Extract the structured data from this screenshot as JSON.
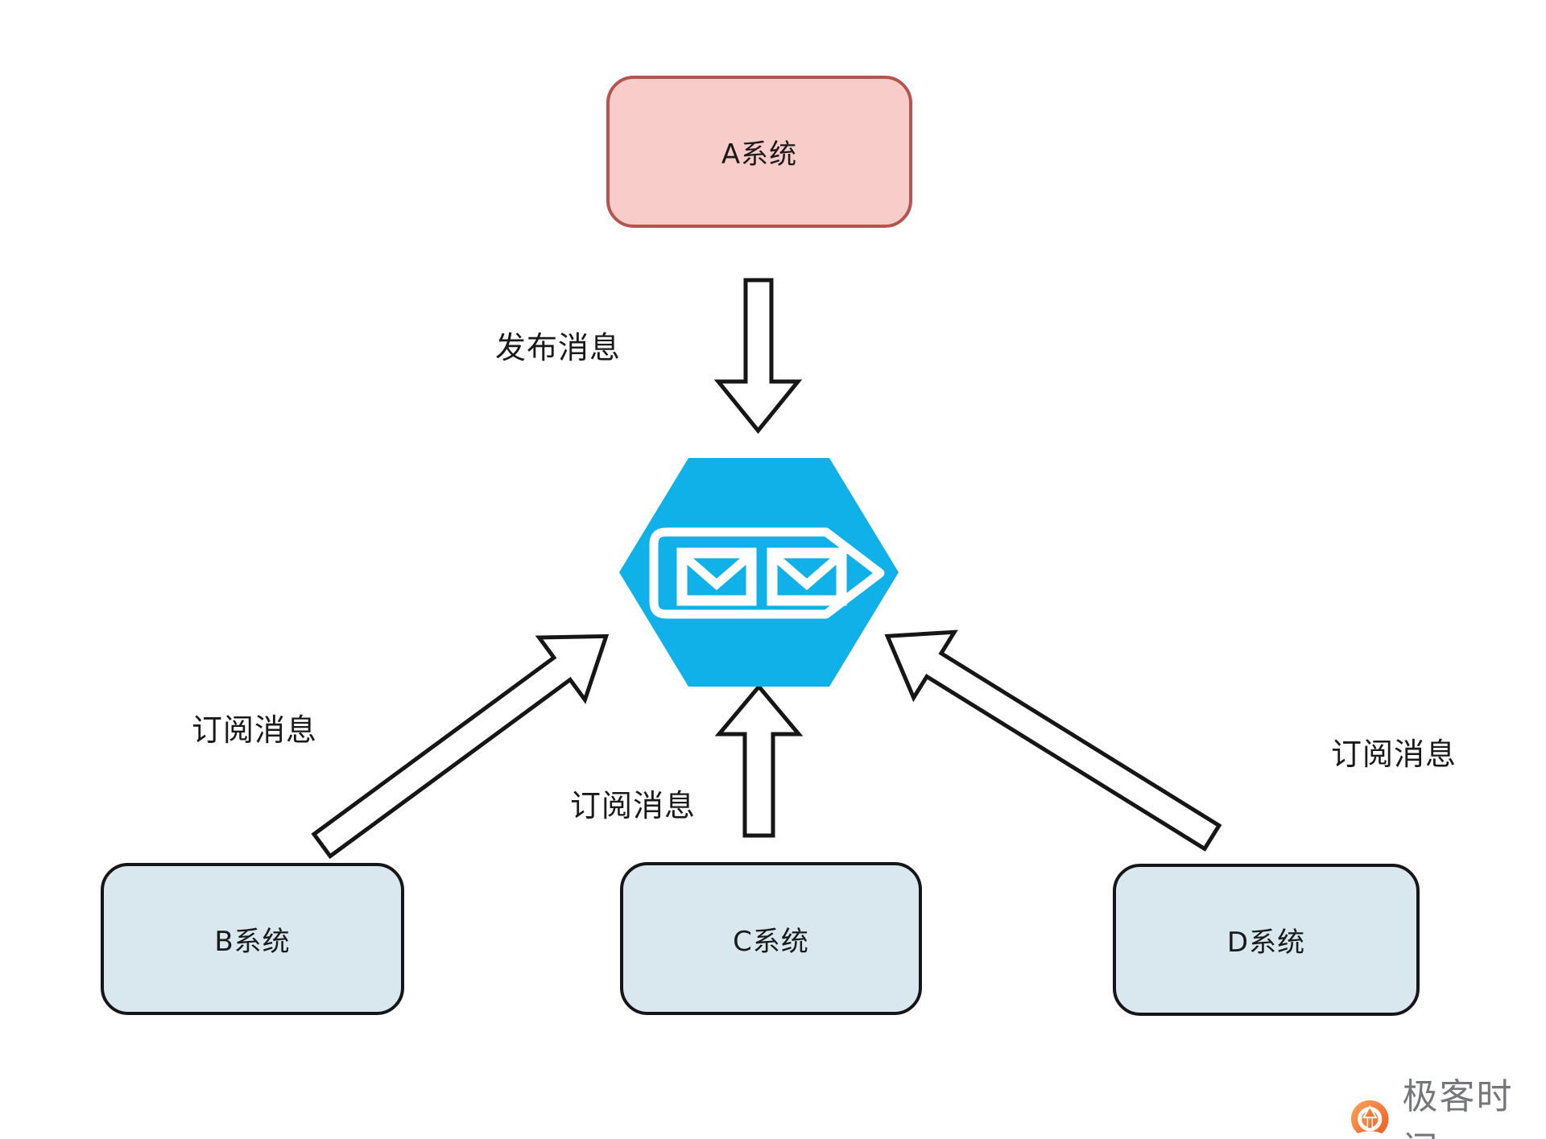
{
  "diagram": {
    "title_hint": "publish-subscribe message queue diagram",
    "nodes": {
      "a": {
        "label": "A系统",
        "role": "publisher"
      },
      "b": {
        "label": "B系统",
        "role": "subscriber"
      },
      "c": {
        "label": "C系统",
        "role": "subscriber"
      },
      "d": {
        "label": "D系统",
        "role": "subscriber"
      }
    },
    "queue": {
      "name": "message-queue",
      "icon": "two-envelopes-in-queue"
    },
    "edges": {
      "publish": {
        "from": "A系统",
        "to": "message-queue",
        "label": "发布消息"
      },
      "subscribe_b": {
        "from": "B系统",
        "to": "message-queue",
        "label": "订阅消息"
      },
      "subscribe_c": {
        "from": "C系统",
        "to": "message-queue",
        "label": "订阅消息"
      },
      "subscribe_d": {
        "from": "D系统",
        "to": "message-queue",
        "label": "订阅消息"
      }
    },
    "colors": {
      "publisher_fill": "#F7CCC9",
      "publisher_border": "#B65550",
      "subscriber_fill": "#D9E8EF",
      "subscriber_border": "#161616",
      "queue_fill": "#0FB1E8",
      "arrow_stroke": "#161616",
      "arrow_fill": "#FFFFFF",
      "text": "#1A1A1A"
    }
  },
  "branding": {
    "logo_text": "极客时间",
    "logo_text_color": "#76777B",
    "logo_icon": "geektime-pin-icon",
    "logo_icon_color": "#F26B22"
  }
}
